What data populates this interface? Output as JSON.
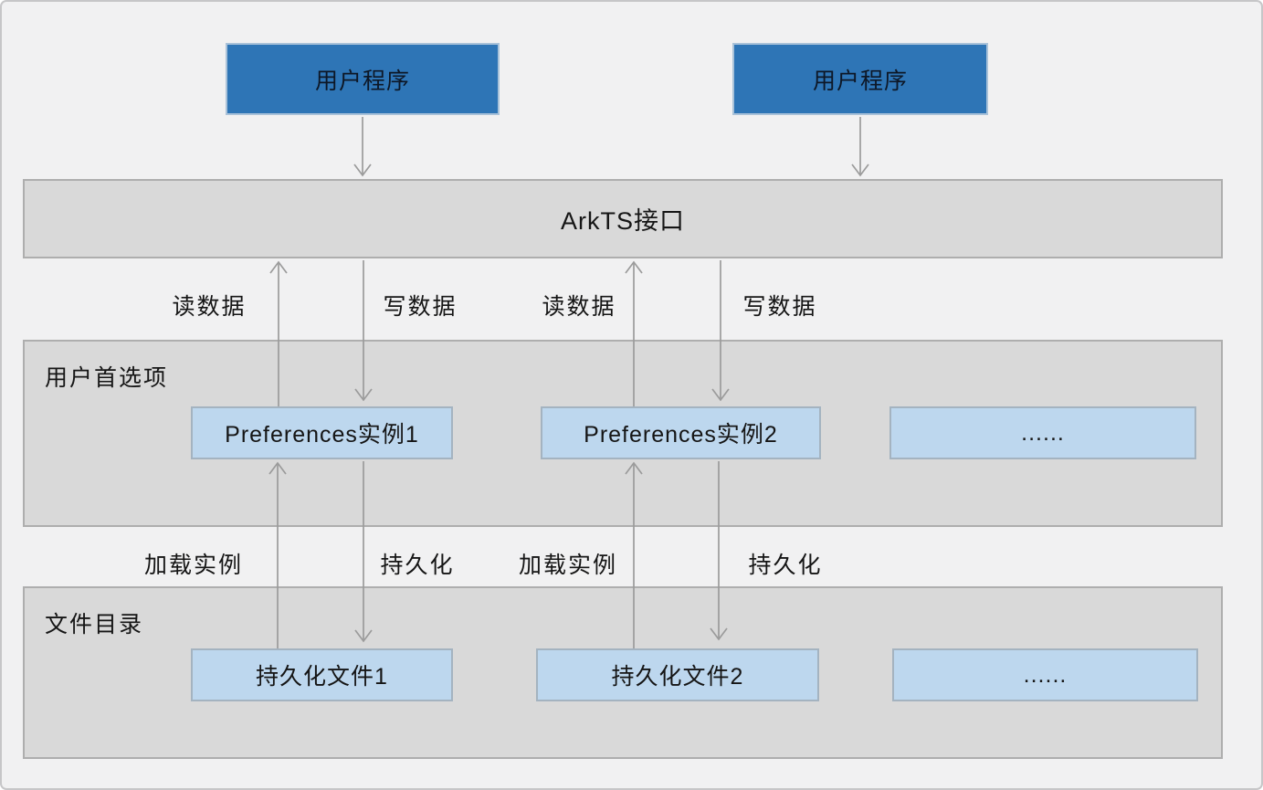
{
  "diagram": {
    "top_boxes": [
      {
        "label": "用户程序"
      },
      {
        "label": "用户程序"
      }
    ],
    "api_bar": {
      "label": "ArkTS接口"
    },
    "rw_labels": [
      {
        "text": "读数据"
      },
      {
        "text": "写数据"
      },
      {
        "text": "读数据"
      },
      {
        "text": "写数据"
      }
    ],
    "preferences_section": {
      "title": "用户首选项",
      "boxes": [
        {
          "label": "Preferences实例1"
        },
        {
          "label": "Preferences实例2"
        },
        {
          "label": "......"
        }
      ]
    },
    "persist_labels": [
      {
        "text": "加载实例"
      },
      {
        "text": "持久化"
      },
      {
        "text": "加载实例"
      },
      {
        "text": "持久化"
      }
    ],
    "files_section": {
      "title": "文件目录",
      "boxes": [
        {
          "label": "持久化文件1"
        },
        {
          "label": "持久化文件2"
        },
        {
          "label": "......"
        }
      ]
    },
    "colors": {
      "background": "#f1f1f2",
      "container_gray": "#d9d9d9",
      "accent_blue": "#2e75b6",
      "light_blue": "#bdd7ee",
      "arrow_gray": "#9b9b9b"
    }
  }
}
